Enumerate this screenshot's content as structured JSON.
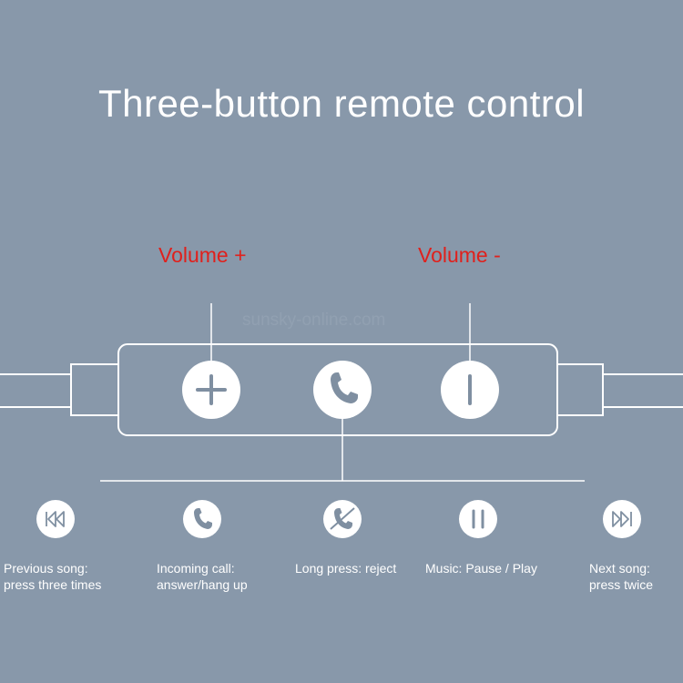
{
  "title": "Three-button remote control",
  "remote": {
    "volume_plus_label": "Volume +",
    "volume_minus_label": "Volume -",
    "watermark": "sunsky-online.com",
    "buttons": [
      {
        "icon": "plus-icon"
      },
      {
        "icon": "phone-icon"
      },
      {
        "icon": "minus-icon"
      }
    ]
  },
  "functions": [
    {
      "icon": "previous-track-icon",
      "line1": "Previous song:",
      "line2": "press three times"
    },
    {
      "icon": "phone-icon",
      "line1": "Incoming call:",
      "line2": "answer/hang up"
    },
    {
      "icon": "reject-call-icon",
      "line1": "Long press: reject",
      "line2": ""
    },
    {
      "icon": "pause-icon",
      "line1": "Music: Pause / Play",
      "line2": ""
    },
    {
      "icon": "next-track-icon",
      "line1": "Next song:",
      "line2": "press twice"
    }
  ],
  "colors": {
    "background": "#8898aa",
    "accent": "#e0201c",
    "line": "#ffffff"
  }
}
